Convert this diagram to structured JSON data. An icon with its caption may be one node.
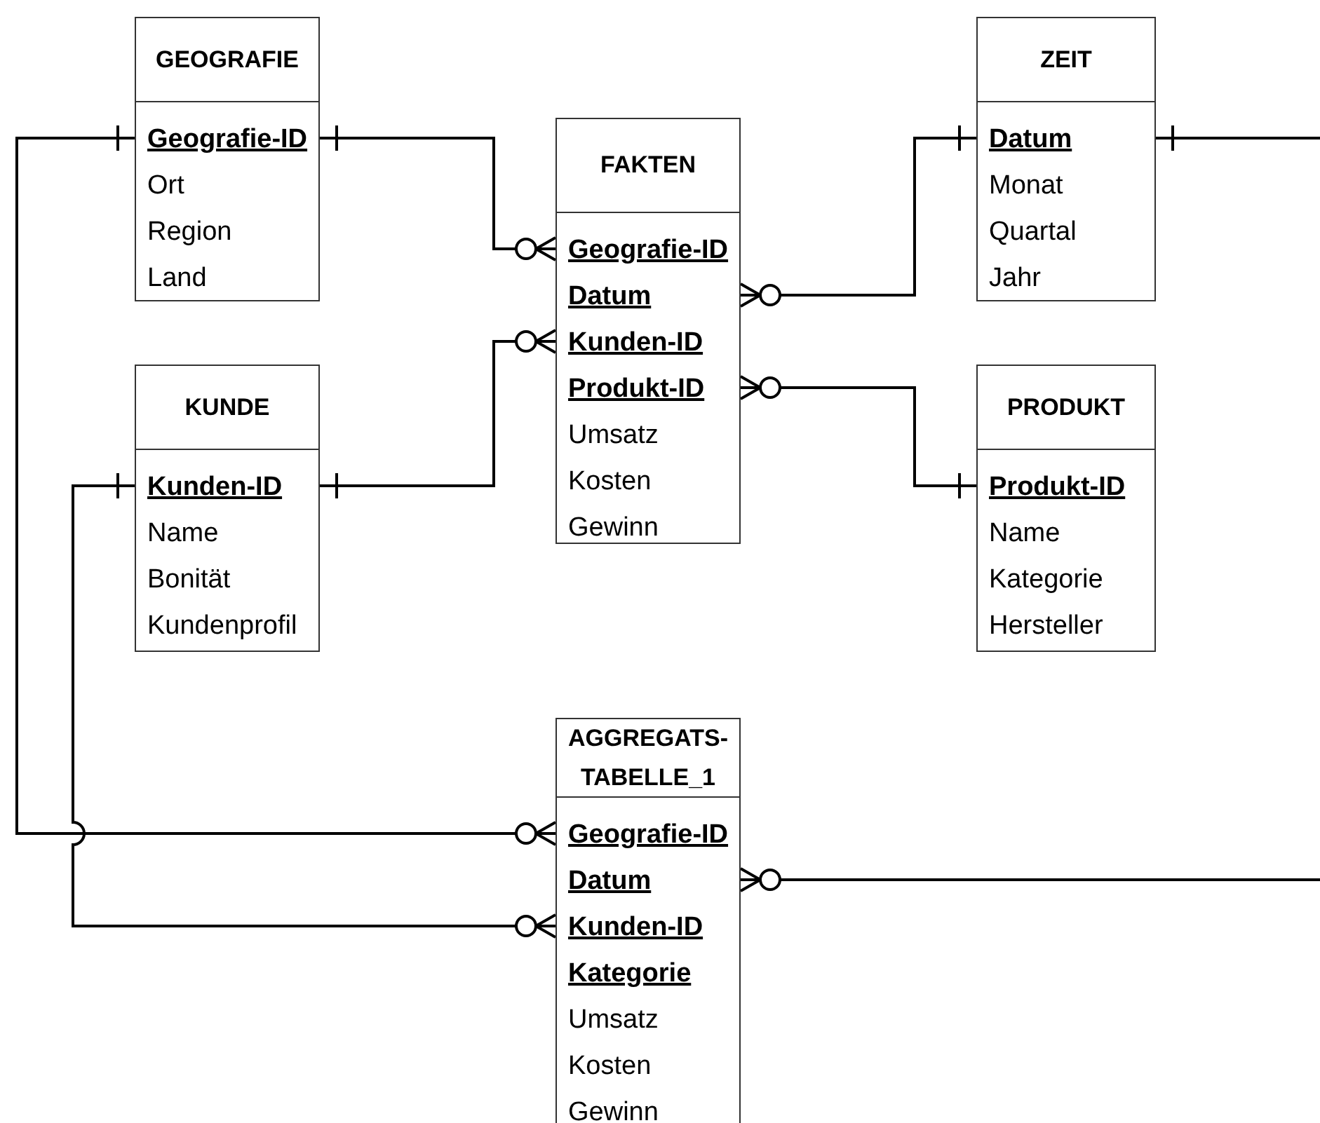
{
  "diagram": {
    "nodes": [
      {
        "text": [
          "GEOGRAFIE",
          "**Geografie-ID**",
          "Ort",
          "Region",
          "Land"
        ]
      },
      {
        "text": [
          "ZEIT",
          "**Datum**",
          "Monat",
          "Quartal",
          "Jahr"
        ]
      },
      {
        "text": [
          "FAKTEN",
          "**Geografie-ID**",
          "**Datum**",
          "**Kunden-ID**",
          "**Produkt-ID**",
          "Umsatz",
          "Kosten",
          "Gewinn"
        ]
      },
      {
        "text": [
          "KUNDE",
          "**Kunden-ID**",
          "Name",
          "Bonität",
          "Kundenprofil"
        ]
      },
      {
        "text": [
          "PRODUKT",
          "**Produkt-ID**",
          "Name",
          "Kategorie",
          "Hersteller"
        ]
      },
      {
        "text": [
          "AGGREGATS-TABELLE_1",
          "**Geografie-ID**",
          "**Datum**",
          "**Kunden-ID**",
          "**Kategorie**",
          "Umsatz",
          "Kosten",
          "Gewinn"
        ]
      }
    ],
    "edges": [
      {
        "from": 0,
        "to": 2,
        "arrow": "other"
      },
      {
        "from": 1,
        "to": 2,
        "arrow": "other"
      },
      {
        "from": 3,
        "to": 2,
        "arrow": "other"
      },
      {
        "from": 4,
        "to": 2,
        "arrow": "other"
      },
      {
        "from": 0,
        "to": 5,
        "arrow": "other"
      },
      {
        "from": 3,
        "to": 5,
        "arrow": "other"
      },
      {
        "from": 1,
        "to": 5,
        "arrow": "other"
      }
    ]
  }
}
